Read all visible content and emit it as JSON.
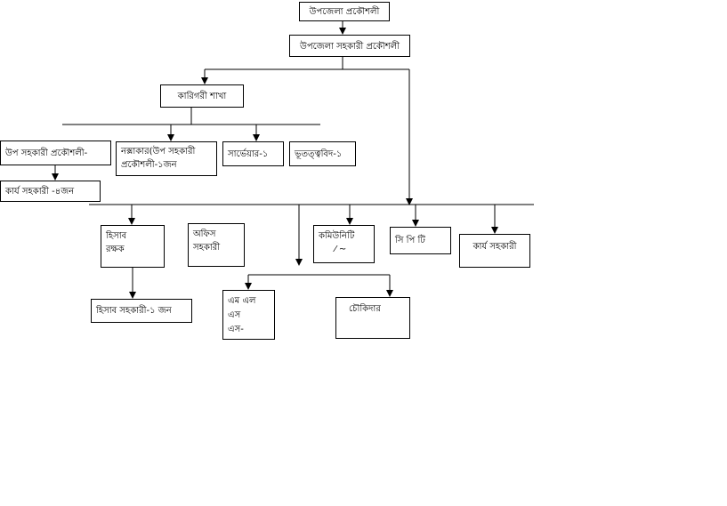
{
  "org_chart": {
    "upazila_engineer": "উপজেলা প্রকৌশলী",
    "assistant_engineer": "উপজেলা সহকারী প্রকৌশলী",
    "technical_branch": "কারিগরী শাখা",
    "sub_assistant_engineer": "উপ সহকারী প্রকৌশলী-",
    "work_assistant": "কার্য সহকারী -৪জন",
    "draftsman_line1": "নক্সাকার(উপ সহকারী",
    "draftsman_line2": "প্রকৌশলী-১জন",
    "surveyor": "সার্ভেয়ার-১",
    "geologist": "ভূতত্ত্ববিদ-১",
    "accountant_line1": "হিসাব",
    "accountant_line2": "রক্ষক",
    "office_asst_line1": "অফিস",
    "office_asst_line2": "সহকারী",
    "community_line1": "কমিউনিটি",
    "community_line2": "⁄ ~",
    "cpt": "সি পি টি",
    "work_assistant_2": "কার্য সহকারী",
    "accounts_assistant": "হিসাব সহকারী-১ জন",
    "mlss_line1": "এম এল",
    "mlss_line2": "এস",
    "mlss_line3": "এস-",
    "guard": "চৌকিদার"
  }
}
